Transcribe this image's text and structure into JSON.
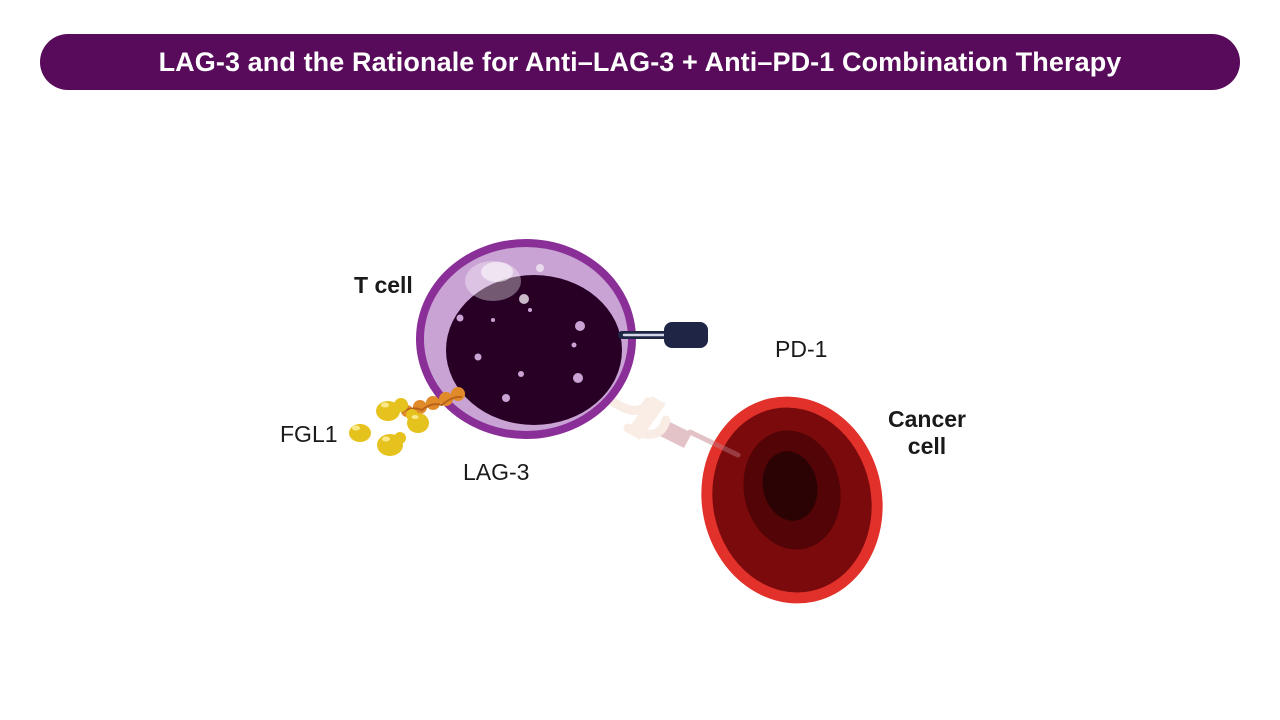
{
  "title": "LAG-3 and the Rationale for Anti–LAG-3 + Anti–PD-1 Combination Therapy",
  "labels": {
    "t_cell": "T cell",
    "pd1": "PD-1",
    "fgl1": "FGL1",
    "lag3": "LAG-3",
    "cancer_line1": "Cancer",
    "cancer_line2": "cell"
  },
  "colors": {
    "title_bar": "#570b5a",
    "t_cell_membrane": "#8b2f98",
    "t_cell_cytoplasm": "#c9a3d4",
    "t_cell_nucleus": "#280026",
    "pd1_receptor": "#1f2544",
    "lag3_receptor": "#e08a2a",
    "fgl1_ligand": "#e6c21e",
    "cancer_membrane": "#e2312a",
    "cancer_cytoplasm": "#7a0a0c",
    "cancer_nucleus": "#2b0304"
  },
  "icons": {
    "t_cell": "t-cell-icon",
    "cancer_cell": "cancer-cell-icon",
    "pd1": "pd1-receptor-icon",
    "lag3": "lag3-receptor-icon",
    "fgl1": "fgl1-ligand-icon",
    "pdl1": "pdl1-ligand-icon"
  }
}
